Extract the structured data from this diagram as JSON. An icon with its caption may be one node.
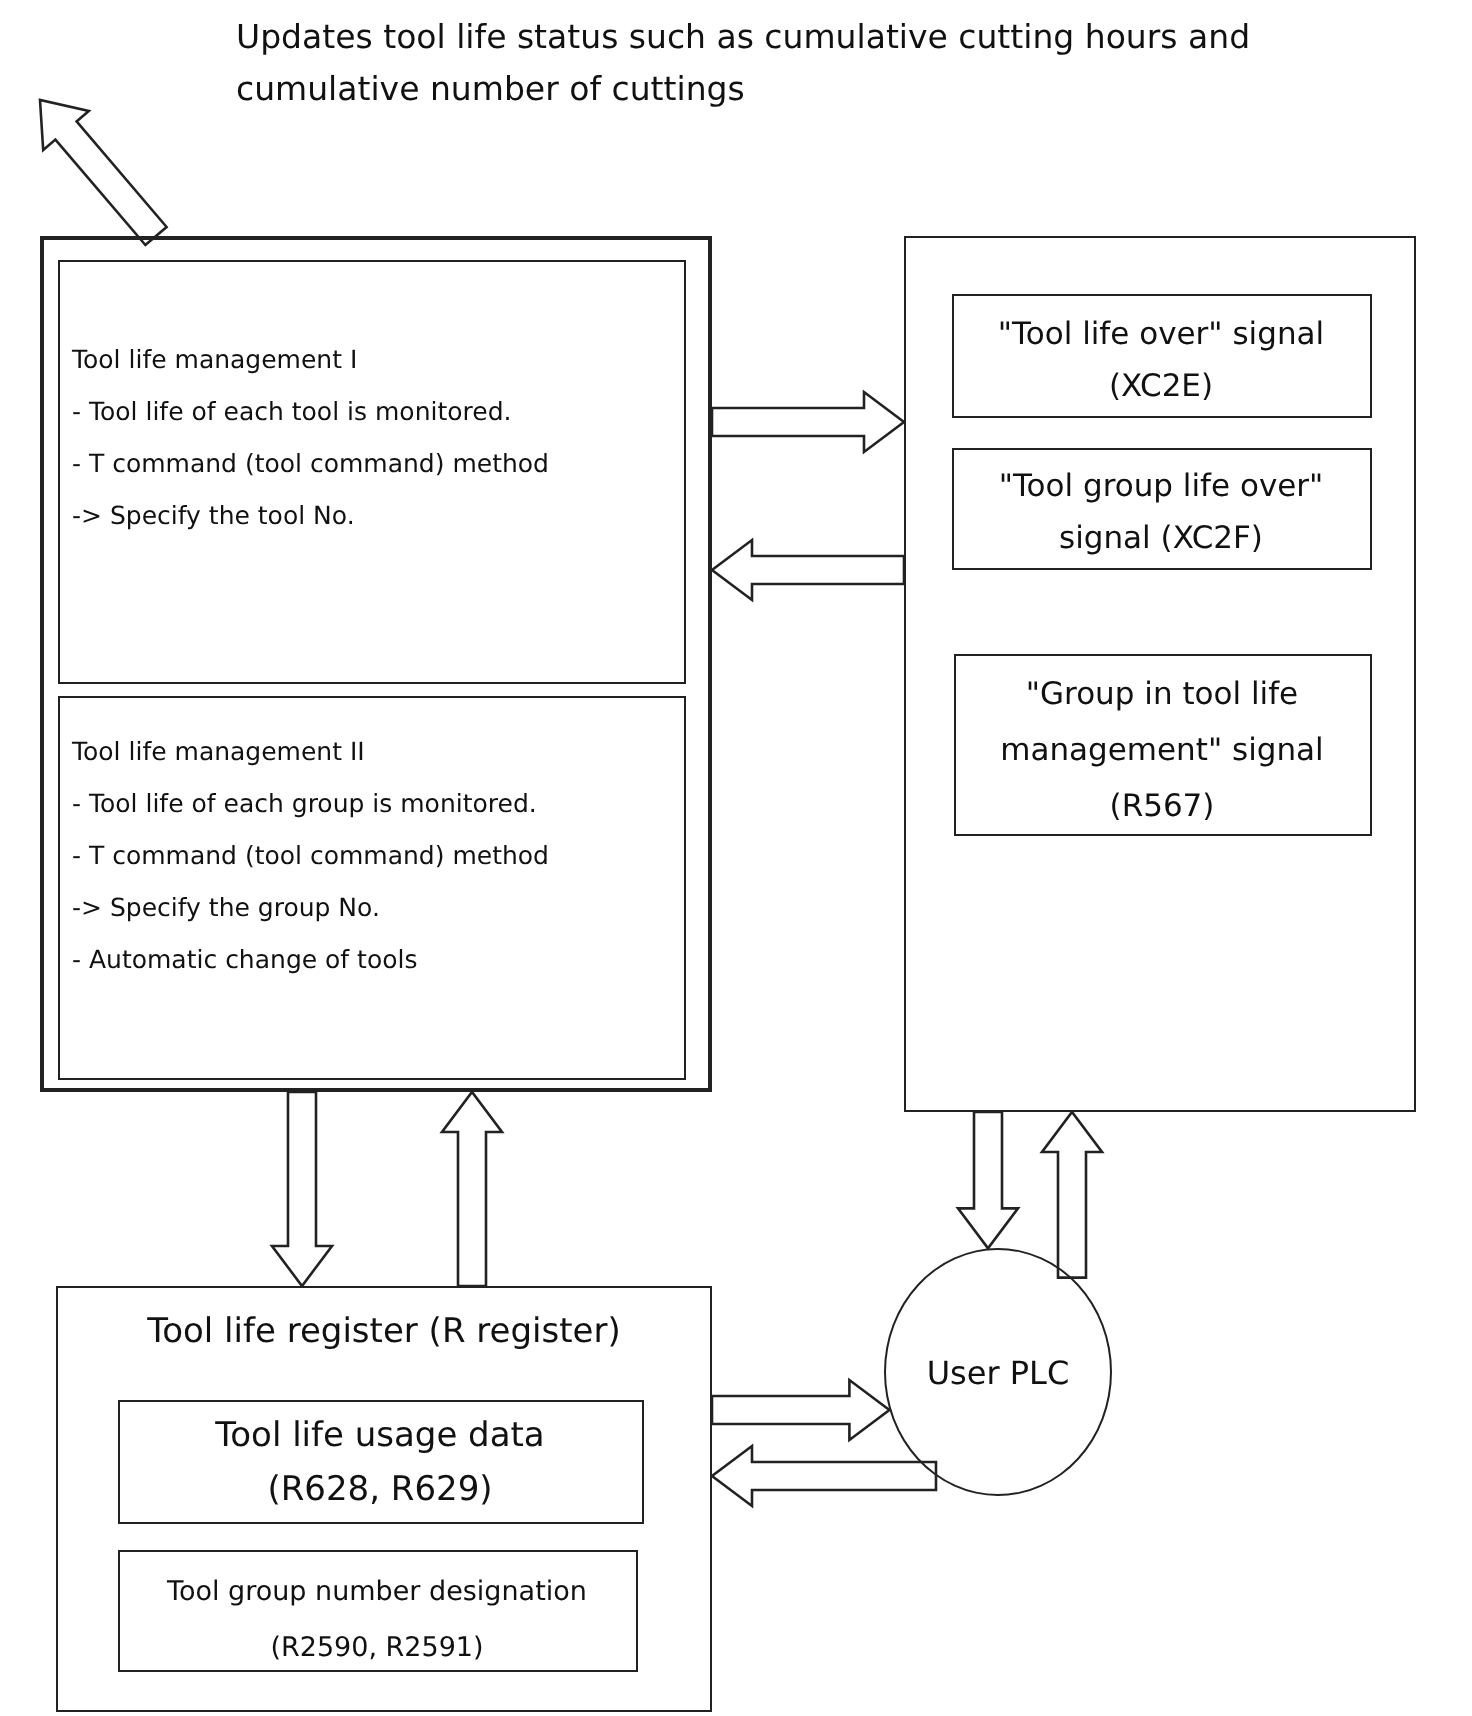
{
  "diagram": {
    "nodes": [
      {
        "text": [],
        "shape": "box"
      },
      {
        "text": [
          "Tool life management I",
          "- Tool life of each tool is monitored.",
          "- T command (tool command) method",
          "-> Specify the tool No."
        ],
        "in": 0
      },
      {
        "text": [
          "Tool life management II",
          "- Tool life of each group is monitored.",
          "- T command (tool command) method",
          "-> Specify the group No.",
          "- Automatic change of tools"
        ],
        "in": 0
      },
      {
        "text": [],
        "shape": "box"
      },
      {
        "text": [
          "\"Tool life over\" signal (XC2E)"
        ],
        "in": 3
      },
      {
        "text": [
          "\"Tool group life over\" signal (XC2F)"
        ],
        "in": 3
      },
      {
        "text": [
          "\"Group in tool life management\" signal (R567)"
        ],
        "in": 3
      },
      {
        "text": [
          "Tool life register (R register)"
        ]
      },
      {
        "text": [
          "Tool life usage data (R628, R629)"
        ],
        "in": 7
      },
      {
        "text": [
          "Tool group number designation (R2590, R2591)"
        ],
        "in": 7
      },
      {
        "text": [
          "User PLC"
        ]
      }
    ],
    "edges": [
      {
        "from": 0,
        "to": null,
        "arrow": "to"
      },
      {
        "from": 0,
        "to": 3,
        "arrow": "to"
      },
      {
        "from": 3,
        "to": 0,
        "arrow": "to"
      },
      {
        "from": 0,
        "to": 7,
        "arrow": "to"
      },
      {
        "from": 7,
        "to": 0,
        "arrow": "to"
      },
      {
        "from": 3,
        "to": 10,
        "arrow": "to"
      },
      {
        "from": 10,
        "to": 3,
        "arrow": "to"
      },
      {
        "from": 7,
        "to": 10,
        "arrow": "to"
      },
      {
        "from": 10,
        "to": 7,
        "arrow": "to"
      }
    ],
    "labels": [
      "Updates tool life status such as cumulative cutting hours and cumulative number of cuttings"
    ]
  }
}
